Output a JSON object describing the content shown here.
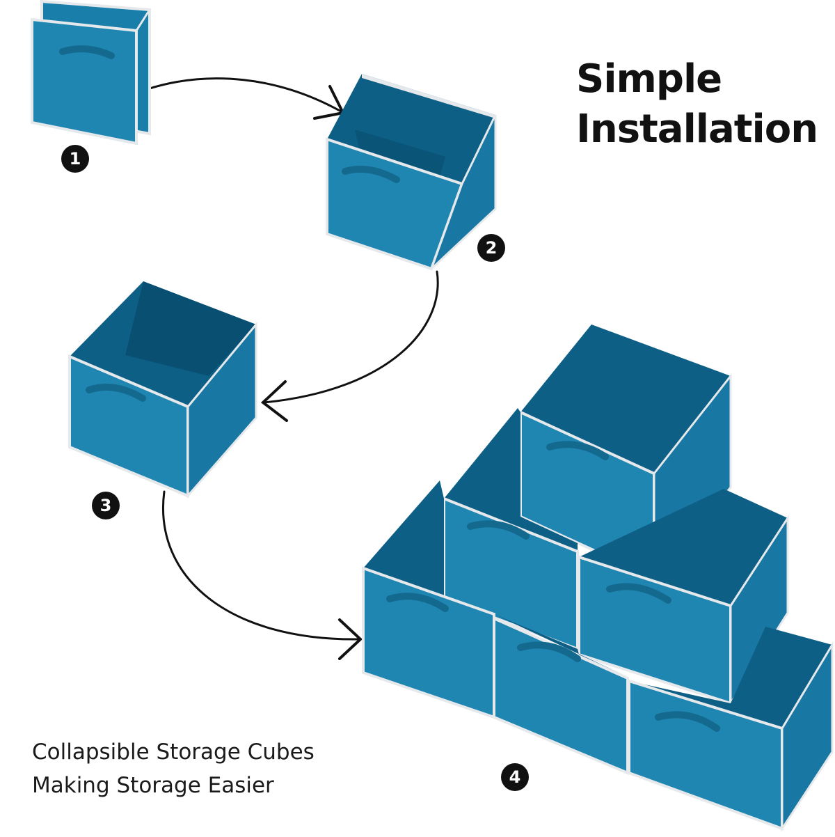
{
  "header": {
    "title_line1": "Simple",
    "title_line2": "Installation"
  },
  "footer": {
    "tagline_line1": "Collapsible Storage Cubes",
    "tagline_line2": "Making Storage Easier"
  },
  "steps": [
    {
      "number": "1"
    },
    {
      "number": "2"
    },
    {
      "number": "3"
    },
    {
      "number": "4"
    }
  ],
  "colors": {
    "fabric_front": "#1f86b2",
    "fabric_side": "#1877a3",
    "fabric_inside": "#0d5f86",
    "fabric_inside_dark": "#094f72",
    "trim": "#e6e9ec",
    "arrow": "#111111"
  }
}
